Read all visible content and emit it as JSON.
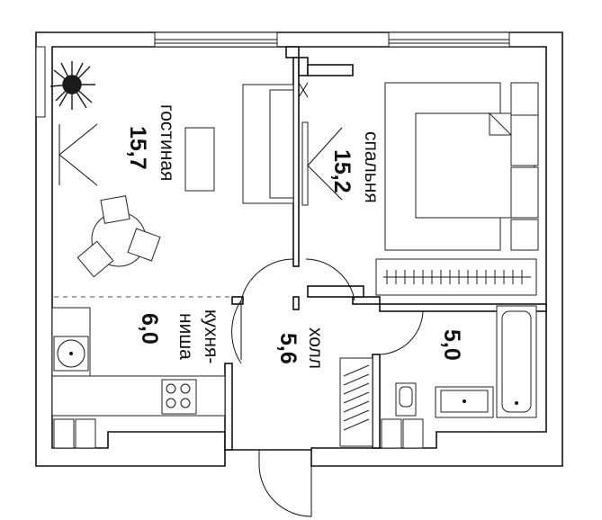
{
  "rooms": {
    "living": {
      "name": "гостиная",
      "area": "15,7"
    },
    "bedroom": {
      "name": "спальня",
      "area": "15,2"
    },
    "kitchen": {
      "name_line1": "кухня-",
      "name_line2": "ниша",
      "area": "6,0"
    },
    "hall": {
      "name": "холл",
      "area": "5,6"
    },
    "bathroom": {
      "area": "5,0"
    }
  },
  "colors": {
    "wall": "#111111",
    "background": "#ffffff",
    "plant": "#1a1a1a"
  }
}
